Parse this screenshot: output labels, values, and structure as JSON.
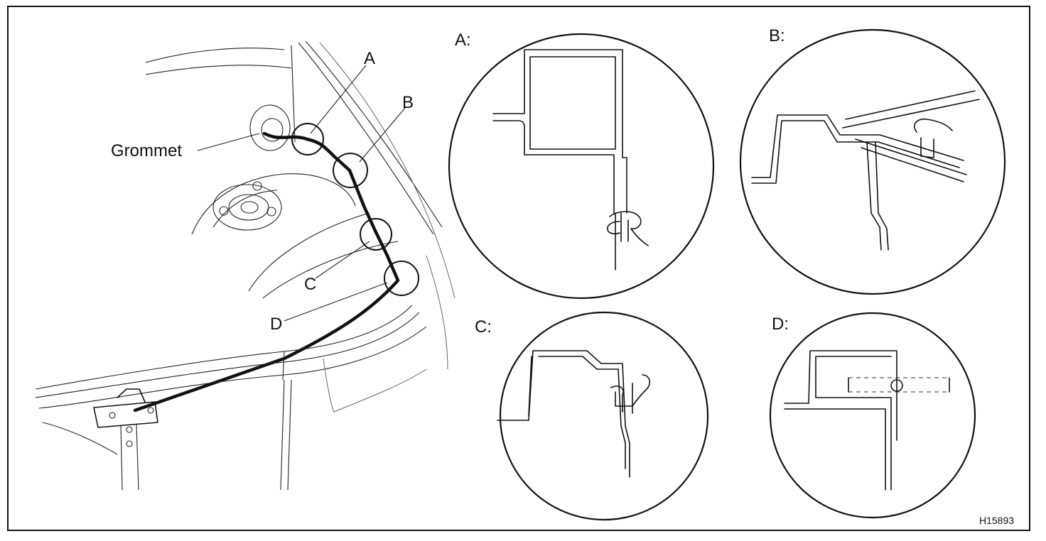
{
  "figure": {
    "code": "H15893"
  },
  "main_view": {
    "grommet_label": "Grommet",
    "callouts": [
      "A",
      "B",
      "C",
      "D"
    ]
  },
  "details": [
    {
      "id": "a",
      "label": "A:"
    },
    {
      "id": "b",
      "label": "B:"
    },
    {
      "id": "c",
      "label": "C:"
    },
    {
      "id": "d",
      "label": "D:"
    }
  ]
}
